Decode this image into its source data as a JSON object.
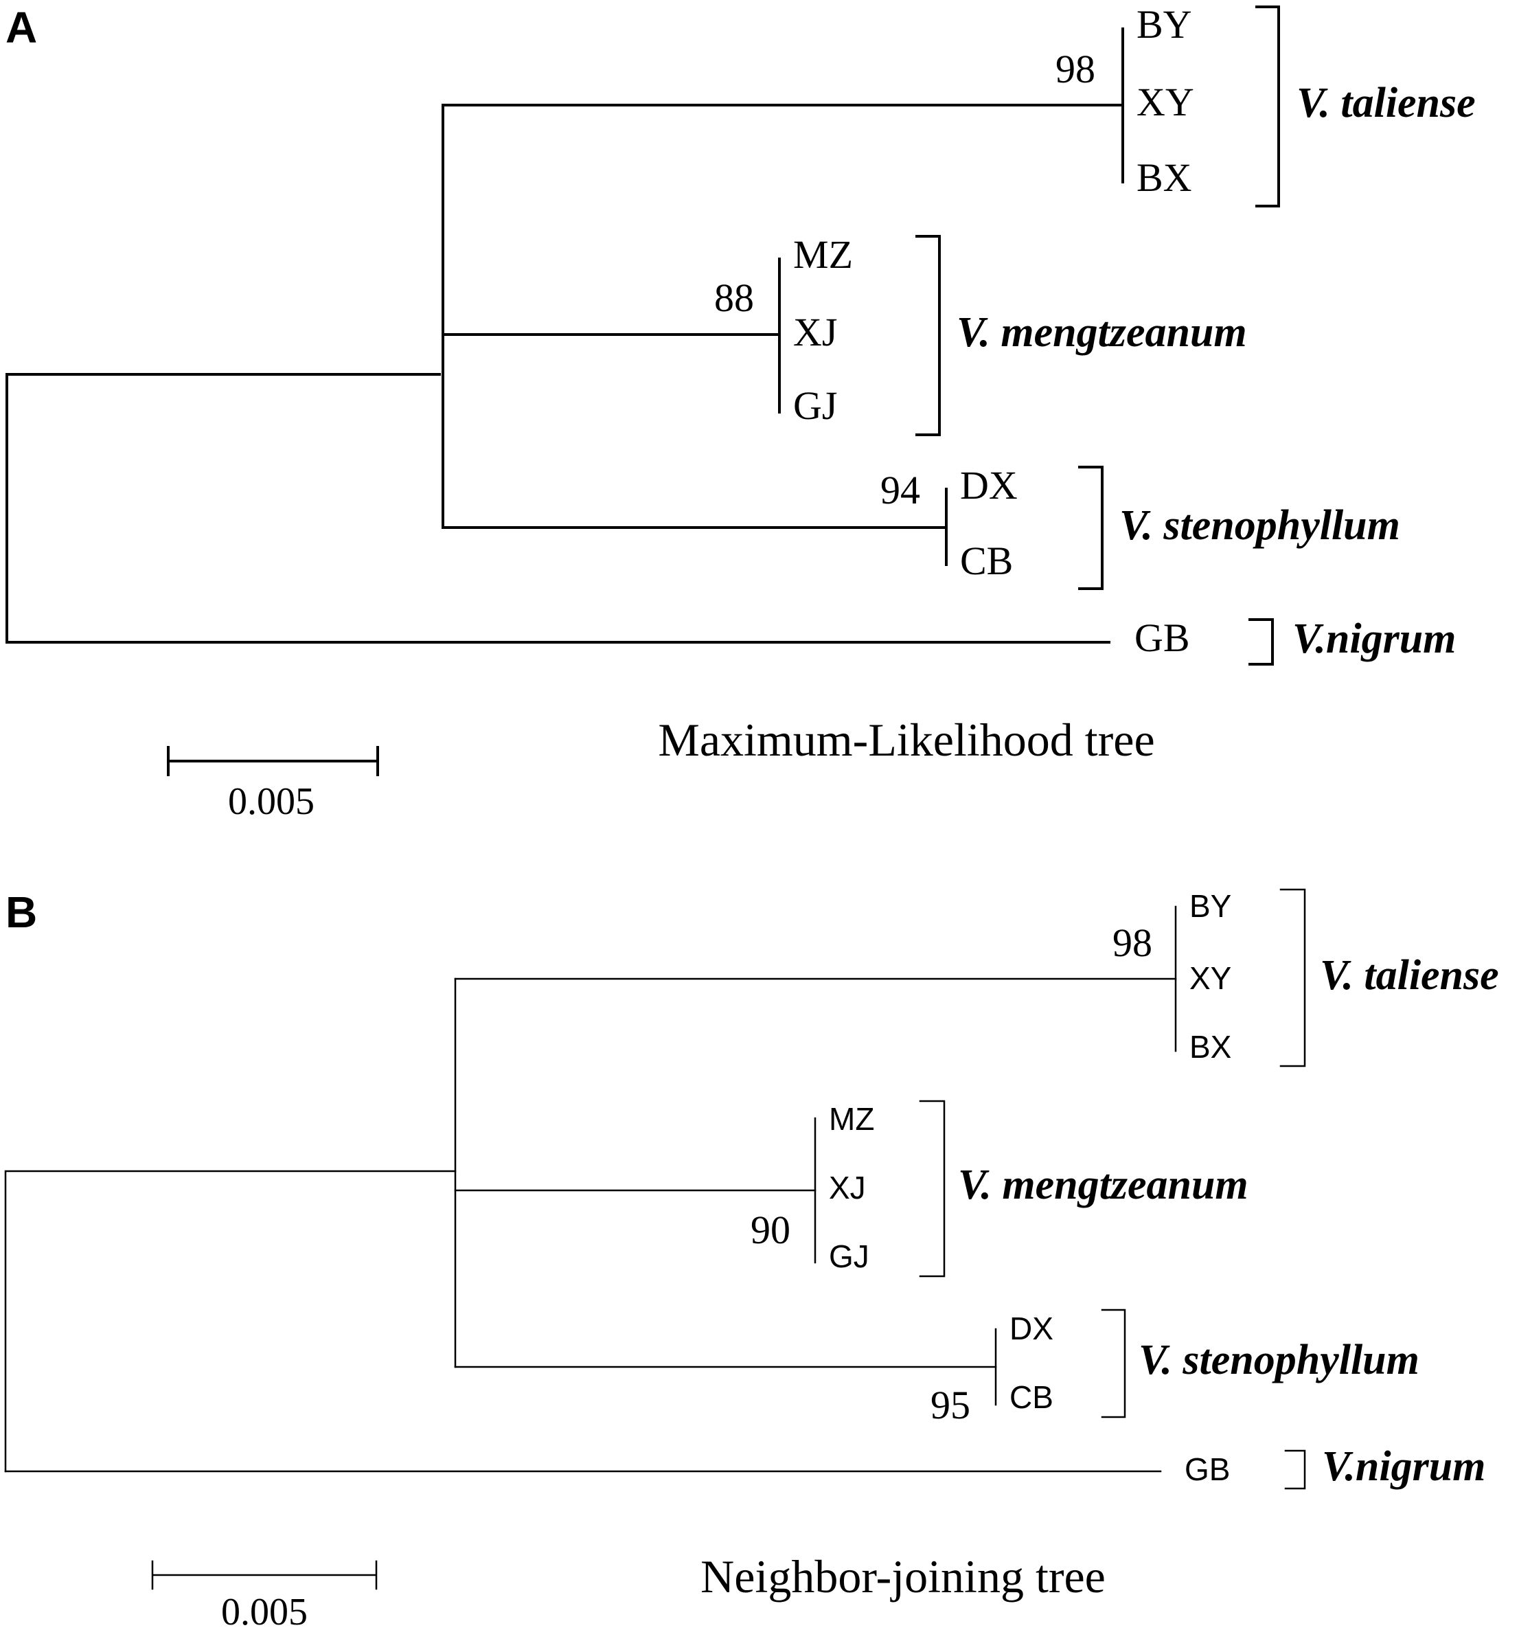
{
  "panel_a": {
    "label": "A",
    "method": "Maximum-Likelihood tree",
    "scale_label": "0.005",
    "taxa": {
      "BY": "BY",
      "XY": "XY",
      "BX": "BX",
      "MZ": "MZ",
      "XJ": "XJ",
      "GJ": "GJ",
      "DX": "DX",
      "CB": "CB",
      "GB": "GB"
    },
    "supports": {
      "taliense": "98",
      "mengtzeanum": "88",
      "stenophyllum": "94"
    },
    "species": {
      "taliense": "V. taliense",
      "mengtzeanum": "V. mengtzeanum",
      "stenophyllum": "V. stenophyllum",
      "nigrum": "V.nigrum"
    }
  },
  "panel_b": {
    "label": "B",
    "method": "Neighbor-joining tree",
    "scale_label": "0.005",
    "taxa": {
      "BY": "BY",
      "XY": "XY",
      "BX": "BX",
      "MZ": "MZ",
      "XJ": "XJ",
      "GJ": "GJ",
      "DX": "DX",
      "CB": "CB",
      "GB": "GB"
    },
    "supports": {
      "taliense": "98",
      "mengtzeanum": "90",
      "stenophyllum": "95"
    },
    "species": {
      "taliense": "V. taliense",
      "mengtzeanum": "V. mengtzeanum",
      "stenophyllum": "V. stenophyllum",
      "nigrum": "V.nigrum"
    }
  }
}
